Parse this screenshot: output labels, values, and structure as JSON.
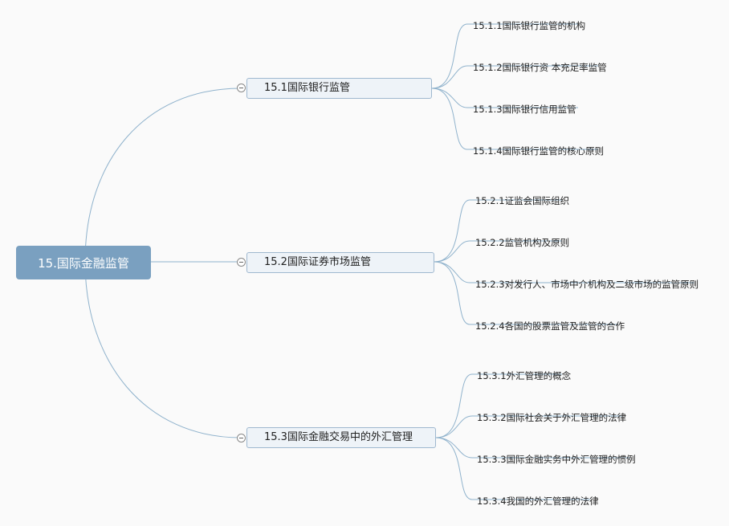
{
  "colors": {
    "root_fill": "#7aa0c0",
    "branch_fill": "#eef3f8",
    "line": "#8fb2cc"
  },
  "root": {
    "label": "15.国际金融监管"
  },
  "branches": [
    {
      "label": "15.1国际银行监管",
      "children": [
        "15.1.1国际银行监管的机构",
        "15.1.2国际银行资 本充足率监管",
        "15.1.3国际银行信用监管",
        "15.1.4国际银行监管的核心原则"
      ]
    },
    {
      "label": "15.2国际证券市场监管",
      "children": [
        "15.2.1证监会国际组织",
        "15.2.2监管机构及原则",
        "15.2.3对发行人、市场中介机构及二级市场的监管原则",
        "15.2.4各国的股票监管及监管的合作"
      ]
    },
    {
      "label": "15.3国际金融交易中的外汇管理",
      "children": [
        "15.3.1外汇管理的概念",
        "15.3.2国际社会关于外汇管理的法律",
        "15.3.3国际金融实务中外汇管理的惯例",
        "15.3.4我国的外汇管理的法律"
      ]
    }
  ]
}
